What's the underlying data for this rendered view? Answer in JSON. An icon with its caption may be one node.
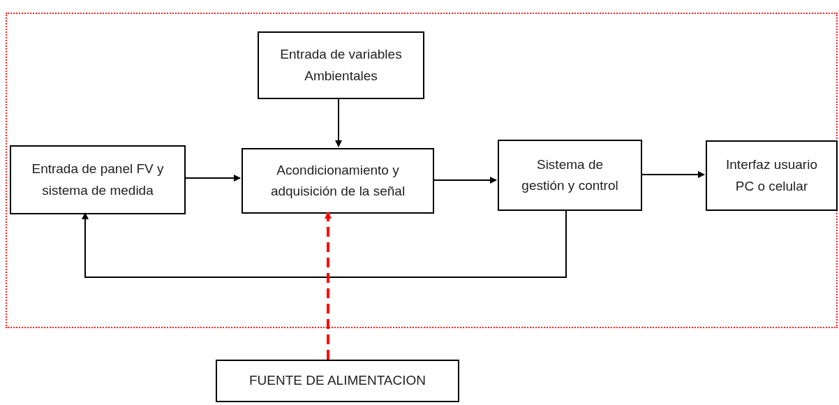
{
  "diagram": {
    "nodes": [
      {
        "text": [],
        "shape": "box"
      },
      {
        "text": [
          "Entrada de variables Ambientales"
        ],
        "in": 0
      },
      {
        "text": [
          "Entrada de panel FV y sistema de medida"
        ],
        "in": 0
      },
      {
        "text": [
          "Acondicionamiento y adquisición de la señal"
        ],
        "in": 0
      },
      {
        "text": [
          "Sistema de gestión y control"
        ],
        "in": 0
      },
      {
        "text": [
          "Interfaz usuario PC o celular"
        ],
        "in": 0
      },
      {
        "text": [
          "FUENTE DE ALIMENTACION"
        ]
      }
    ],
    "edges": [
      {
        "from": 1,
        "to": 3,
        "arrow": "to"
      },
      {
        "from": 2,
        "to": 3,
        "arrow": "to"
      },
      {
        "from": 3,
        "to": 4,
        "arrow": "to"
      },
      {
        "from": 4,
        "to": 5,
        "arrow": "to"
      },
      {
        "from": 4,
        "to": 2,
        "arrow": "to"
      },
      {
        "from": 6,
        "to": 3,
        "arrow": "to",
        "style": "dashed",
        "color": "#ff0000"
      }
    ]
  }
}
